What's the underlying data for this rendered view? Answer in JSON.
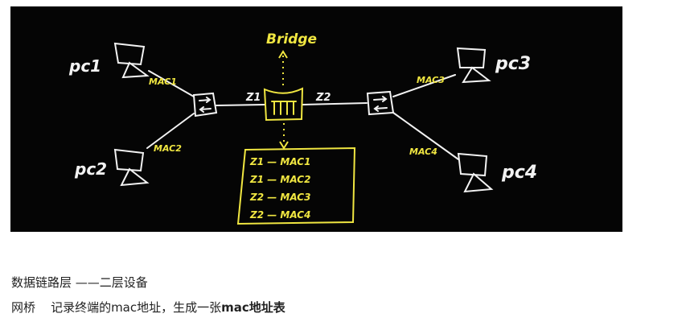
{
  "diagram": {
    "bridge_label": "Bridge",
    "pcs": [
      {
        "label": "pc1",
        "mac": "MAC1"
      },
      {
        "label": "pc2",
        "mac": "MAC2"
      },
      {
        "label": "pc3",
        "mac": "MAC3"
      },
      {
        "label": "pc4",
        "mac": "MAC4"
      }
    ],
    "ports": {
      "left": "Z1",
      "right": "Z2"
    },
    "mac_table": [
      "Z1 — MAC1",
      "Z1 — MAC2",
      "Z2 — MAC3",
      "Z2 — MAC4"
    ],
    "colors": {
      "ink": "#f2f2f2",
      "highlight": "#f0e641",
      "board": "#050505"
    }
  },
  "caption": {
    "line1": "数据链路层 ——二层设备",
    "line2_prefix": "网桥    记录终端的mac地址，生成一张",
    "line2_bold": "mac地址表"
  }
}
